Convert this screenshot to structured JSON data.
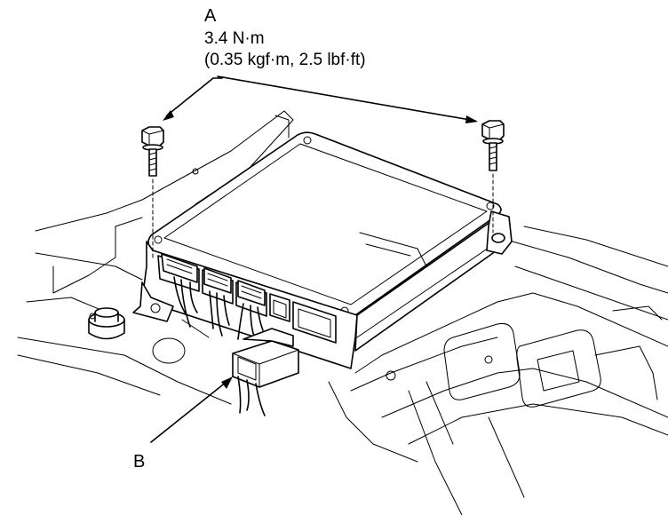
{
  "callout_a": {
    "letter": "A",
    "torque_nm": "3.4 N·m",
    "torque_alt": "(0.35 kgf·m, 2.5 lbf·ft)"
  },
  "callout_b": {
    "letter": "B"
  },
  "line_color": "#000000",
  "background_color": "#ffffff"
}
